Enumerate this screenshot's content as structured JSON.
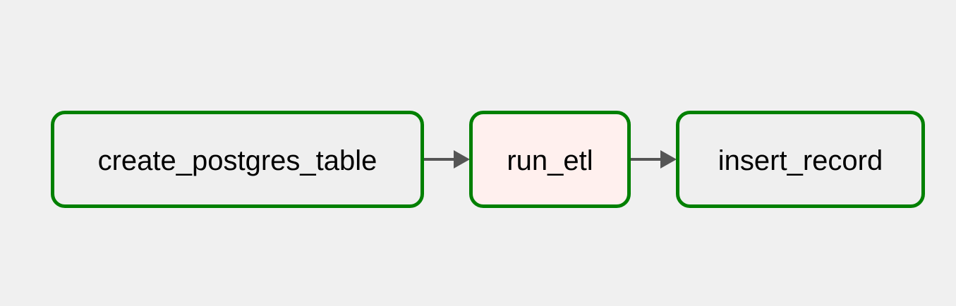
{
  "diagram": {
    "nodes": [
      {
        "id": "create_postgres_table",
        "label": "create_postgres_table",
        "fill": "#efefef",
        "border": "#008000"
      },
      {
        "id": "run_etl",
        "label": "run_etl",
        "fill": "#fff0ee",
        "border": "#008000"
      },
      {
        "id": "insert_record",
        "label": "insert_record",
        "fill": "#efefef",
        "border": "#008000"
      }
    ],
    "edges": [
      {
        "from": "create_postgres_table",
        "to": "run_etl"
      },
      {
        "from": "run_etl",
        "to": "insert_record"
      }
    ],
    "edge_color": "#555555"
  }
}
